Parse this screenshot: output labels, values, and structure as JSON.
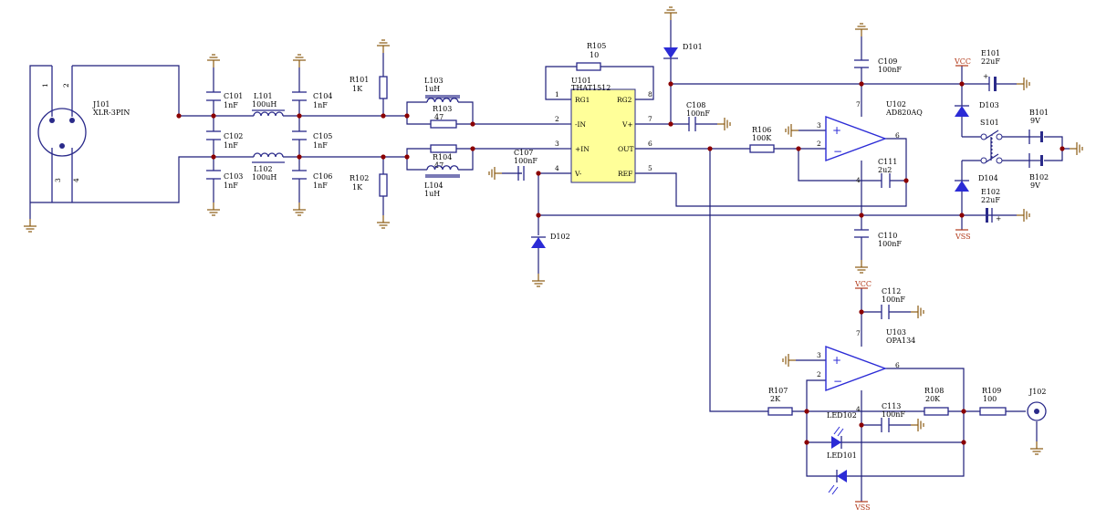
{
  "connector_in": {
    "ref": "J101",
    "value": "XLR-3PIN",
    "pins": [
      "1",
      "2",
      "3",
      "4"
    ]
  },
  "connector_out": {
    "ref": "J102"
  },
  "capacitors": {
    "C101": {
      "ref": "C101",
      "value": "1nF"
    },
    "C102": {
      "ref": "C102",
      "value": "1nF"
    },
    "C103": {
      "ref": "C103",
      "value": "1nF"
    },
    "C104": {
      "ref": "C104",
      "value": "1nF"
    },
    "C105": {
      "ref": "C105",
      "value": "1nF"
    },
    "C106": {
      "ref": "C106",
      "value": "1nF"
    },
    "C107": {
      "ref": "C107",
      "value": "100nF"
    },
    "C108": {
      "ref": "C108",
      "value": "100nF"
    },
    "C109": {
      "ref": "C109",
      "value": "100nF"
    },
    "C110": {
      "ref": "C110",
      "value": "100nF"
    },
    "C111": {
      "ref": "C111",
      "value": "2u2"
    },
    "C112": {
      "ref": "C112",
      "value": "100nF"
    },
    "C113": {
      "ref": "C113",
      "value": "100nF"
    },
    "E101": {
      "ref": "E101",
      "value": "22uF"
    },
    "E102": {
      "ref": "E102",
      "value": "22uF"
    }
  },
  "inductors": {
    "L101": {
      "ref": "L101",
      "value": "100uH"
    },
    "L102": {
      "ref": "L102",
      "value": "100uH"
    },
    "L103": {
      "ref": "L103",
      "value": "1uH"
    },
    "L104": {
      "ref": "L104",
      "value": "1uH"
    }
  },
  "resistors": {
    "R101": {
      "ref": "R101",
      "value": "1K"
    },
    "R102": {
      "ref": "R102",
      "value": "1K"
    },
    "R103": {
      "ref": "R103",
      "value": "47"
    },
    "R104": {
      "ref": "R104",
      "value": "47"
    },
    "R105": {
      "ref": "R105",
      "value": "10"
    },
    "R106": {
      "ref": "R106",
      "value": "100K"
    },
    "R107": {
      "ref": "R107",
      "value": "2K"
    },
    "R108": {
      "ref": "R108",
      "value": "20K"
    },
    "R109": {
      "ref": "R109",
      "value": "100"
    }
  },
  "diodes": {
    "D101": "D101",
    "D102": "D102",
    "D103": "D103",
    "D104": "D104",
    "LED101": "LED101",
    "LED102": "LED102"
  },
  "switch": {
    "ref": "S101"
  },
  "batteries": {
    "B101": {
      "ref": "B101",
      "value": "9V"
    },
    "B102": {
      "ref": "B102",
      "value": "9V"
    }
  },
  "rails": {
    "vcc": "VCC",
    "vss": "VSS"
  },
  "u101": {
    "ref": "U101",
    "part": "THAT1512",
    "pins": {
      "rg1": "RG1",
      "rg2": "RG2",
      "inm": "-IN",
      "inp": "+IN",
      "vp": "V+",
      "vm": "V-",
      "out": "OUT",
      "ref": "REF"
    },
    "pin_numbers": {
      "rg1": "1",
      "rg2": "8",
      "inm": "2",
      "inp": "3",
      "vp": "7",
      "vm": "4",
      "out": "6",
      "ref": "5"
    }
  },
  "u102": {
    "ref": "U102",
    "part": "AD820AQ",
    "pin_numbers": {
      "inp": "3",
      "inm": "2",
      "out": "6",
      "vp": "7",
      "vm": "4"
    }
  },
  "u103": {
    "ref": "U103",
    "part": "OPA134",
    "pin_numbers": {
      "inp": "3",
      "inm": "2",
      "out": "6",
      "vp": "7",
      "vm": "4"
    }
  },
  "colors": {
    "wire": "#1f1f7a",
    "component": "#2a2a8a",
    "ground": "#8a5a10",
    "rail": "#b23a1a",
    "junction": "#8b0000",
    "ic_fill": "#ffff99",
    "op_amp": "#2b2bd6"
  }
}
